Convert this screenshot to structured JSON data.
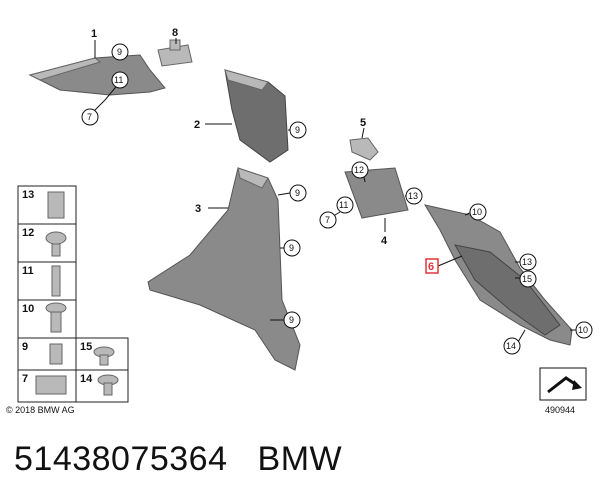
{
  "diagram": {
    "part_labels": [
      "1",
      "2",
      "3",
      "4",
      "5",
      "6",
      "7",
      "8"
    ],
    "callouts": [
      "9",
      "10",
      "11",
      "12",
      "13",
      "14",
      "15"
    ],
    "legend": [
      "13",
      "12",
      "11",
      "10",
      "9",
      "15",
      "7",
      "14"
    ],
    "copyright": "© 2018 BMW AG",
    "image_number": "490944"
  },
  "footer": {
    "part_number": "51438075364",
    "brand": "BMW"
  },
  "colors": {
    "highlight": "#e0353a",
    "part": "#8a8a8a"
  }
}
